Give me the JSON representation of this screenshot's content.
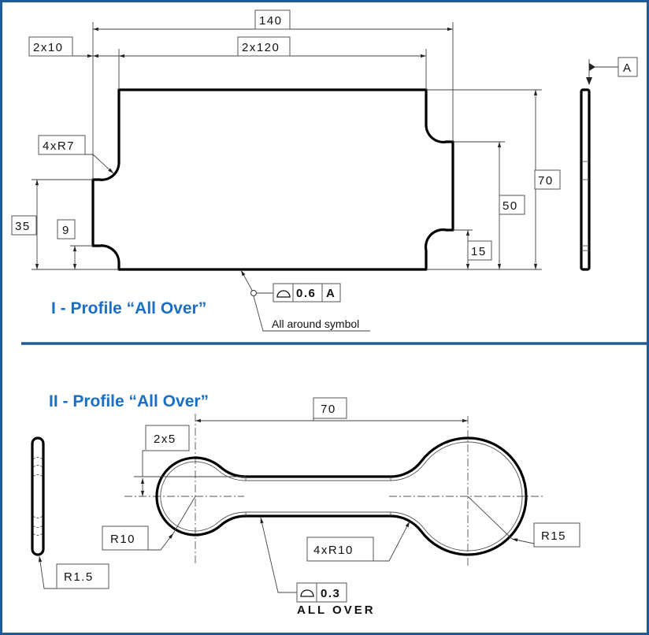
{
  "section1": {
    "title": "I - Profile “All Over”",
    "dims": {
      "overall_length": "140",
      "inner_length": "2x120",
      "notch_depth": "2x10",
      "corner_radius": "4xR7",
      "left_height": "35",
      "notch_offset": "9",
      "overall_height": "70",
      "right_height": "50",
      "right_offset": "15"
    },
    "datum": "A",
    "tolerance": {
      "value": "0.6",
      "datum": "A",
      "symbol": "profile-of-surface"
    },
    "note": "All around symbol"
  },
  "section2": {
    "title": "II - Profile “All Over”",
    "dims": {
      "center_distance": "70",
      "slot_half_width": "2x5",
      "small_radius": "R10",
      "large_radius": "R15",
      "fillet_radius": "4xR10",
      "edge_radius": "R1.5"
    },
    "tolerance": {
      "value": "0.3",
      "symbol": "profile-of-surface"
    },
    "note": "ALL OVER"
  },
  "colors": {
    "frame": "#1f5a9a",
    "title": "#1a6fc4"
  }
}
